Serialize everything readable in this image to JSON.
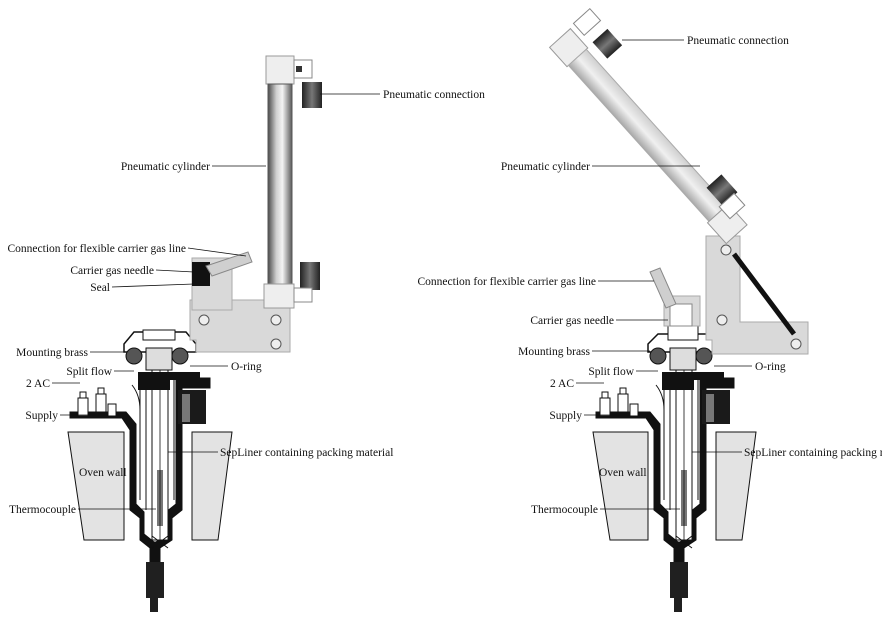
{
  "labels": {
    "pneumatic_connection": "Pneumatic connection",
    "pneumatic_cylinder": "Pneumatic cylinder",
    "connection_flexible": "Connection for flexible carrier gas line",
    "carrier_gas_needle": "Carrier gas needle",
    "seal": "Seal",
    "mounting_brass": "Mounting brass",
    "o_ring": "O-ring",
    "split_flow": "Split flow",
    "two_ac": "2 AC",
    "supply": "Supply",
    "sep_liner": "SepLiner containing packing material",
    "oven_wall": "Oven wall",
    "thermocouple": "Thermocouple"
  },
  "colors": {
    "line": "#111111",
    "cylinder_body": "#9a9a9a",
    "bracket": "#d9d9d9",
    "oven_fill": "#e3e3e3",
    "dark_part": "#202020",
    "mid_part": "#555555"
  }
}
